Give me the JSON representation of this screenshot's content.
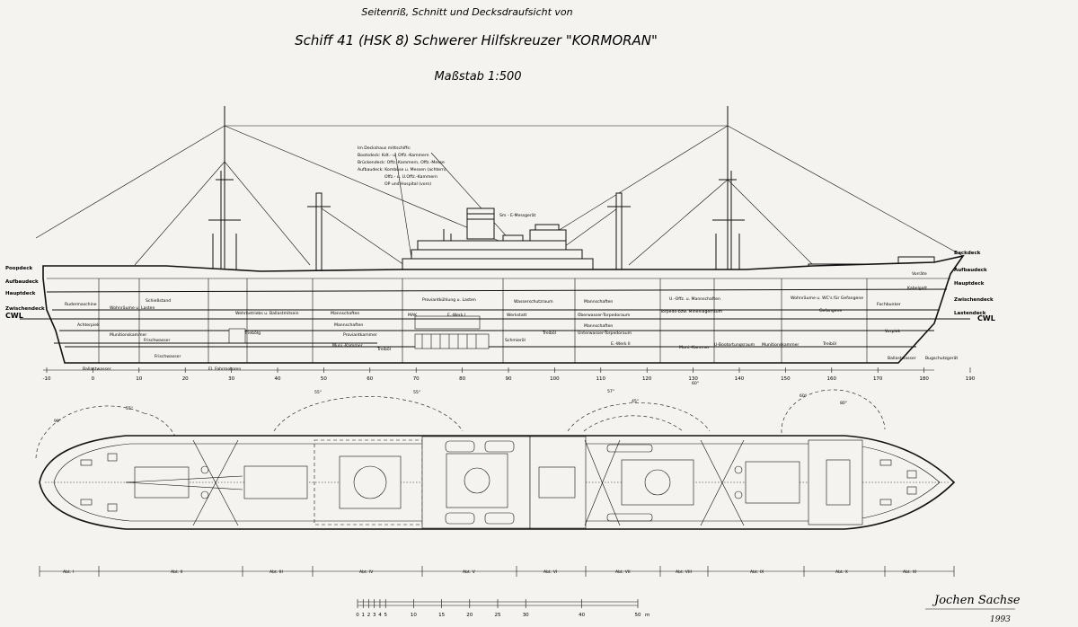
{
  "title": {
    "line1": "Seitenriß, Schnitt und Decksdraufsicht von",
    "line2": "Schiff 41 (HSK 8) Schwerer Hilfskreuzer \"KORMORAN\"",
    "scale": "Maßstab 1:500"
  },
  "signature": {
    "name": "Jochen Sachse",
    "year": "1993"
  },
  "waterline_label": "CWL",
  "deck_labels_left": [
    "Poopdeck",
    "Aufbaudeck",
    "Hauptdeck",
    "Zwischendeck"
  ],
  "deck_labels_right": [
    "Backdeck",
    "Aufbaudeck",
    "Hauptdeck",
    "Zwischendeck",
    "Lastendeck"
  ],
  "deckhouse_note": [
    "Im Deckshaus mittschiffs:",
    "Bootsdeck:   Kdt.- u. Offz.-Kammern",
    "Brückendeck:  Offz.-Kammern, Offz.-Messe",
    "Aufbaudeck:  Kombüse u. Messen (achtern)",
    "Offz.- u. U.Offz.-Kammern",
    "OP und Hospital (vorn)"
  ],
  "compartments": {
    "upper": [
      "Schießstand",
      "Munitionskammer",
      "Proviantkühlung",
      "Werkstatt",
      "Wohnräume u. Lasten",
      "Wehrbetriebs u. Ballastmitsein",
      "Mannschaften",
      "Proviantkühlung u. Lasten",
      "Werkstatt",
      "Wasserschutzraum",
      "Mannschaften",
      "U.-Offz. u. Mannschaften",
      "Wohnräume u. WC's für Gefangene",
      "Vorräte",
      "Kabelgatt"
    ],
    "middle": [
      "Rudermaschine",
      "Achterpiek",
      "Mannschaften",
      "MAK",
      "E.-Werk I",
      "Werkstatt",
      "Überwasser-Torpedoraum",
      "Mannschaften",
      "Torpedo-bzw. Minenlagerraum",
      "Gefangene",
      "Lastendeck",
      "Fochbunker"
    ],
    "lower": [
      "Munitionskammer",
      "Frischwasser",
      "Triebölg",
      "Proviantkammer",
      "Muni.-Kammer",
      "Treiböl",
      "Schmieröl",
      "Treiböl",
      "Unterwasser-Torpedoraum",
      "E.-Werk II",
      "Muni.-Kammer",
      "U-Bootortungsraum",
      "Munitionskammer",
      "Treiböl",
      "Vorpiek",
      "Treiböl"
    ],
    "bottom": [
      "Ballastwasser",
      "El. Fahrmotoren",
      "Frischwasser",
      "Ballastwasser",
      "Bugschutzgerät"
    ],
    "mast_note": "Sm - E-Messgerät"
  },
  "frame_numbers": [
    "-10",
    "0",
    "10",
    "20",
    "30",
    "40",
    "50",
    "60",
    "70",
    "80",
    "90",
    "100",
    "110",
    "120",
    "130",
    "140",
    "150",
    "160",
    "170",
    "180",
    "190"
  ],
  "plan_angles": [
    "90°",
    "55°",
    "55°",
    "55°",
    "57°",
    "45°",
    "60°",
    "60°",
    "80°"
  ],
  "sections": [
    "Abt. I",
    "Abt. II",
    "Abt. III",
    "Abt. IV",
    "Abt. V",
    "Abt. VI",
    "Abt. VII",
    "Abt. VIII",
    "Abt. IX",
    "Abt. X",
    "Abt. XI"
  ],
  "scalebar": {
    "ticks": [
      "0",
      "1",
      "2",
      "3",
      "4",
      "5",
      "10",
      "15",
      "20",
      "25",
      "30",
      "40",
      "50"
    ],
    "unit": "m"
  }
}
